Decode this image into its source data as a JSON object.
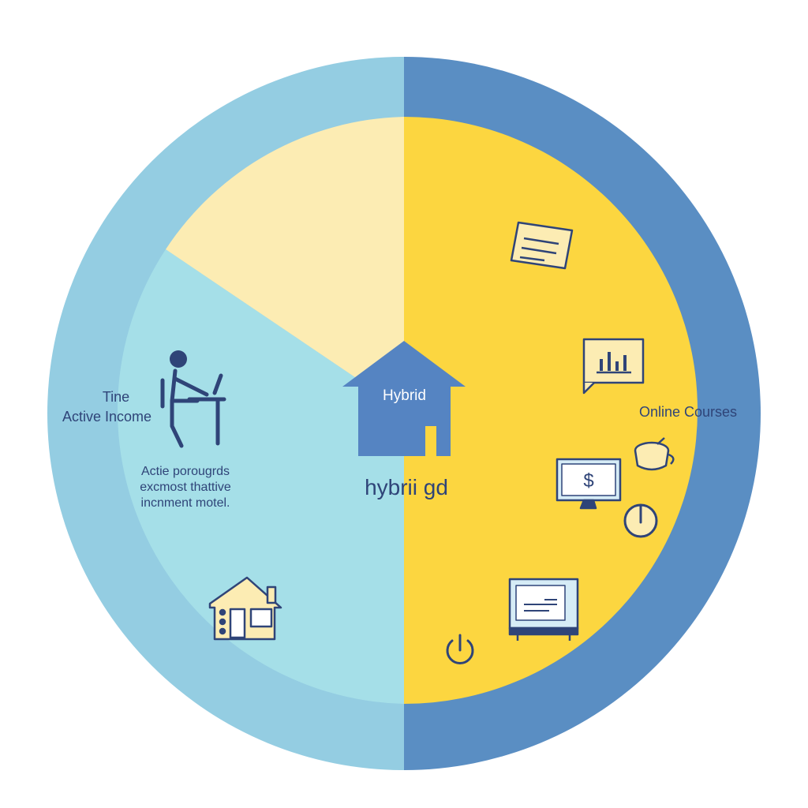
{
  "colors": {
    "outer_left": "#94cde2",
    "outer_right": "#5a8ec3",
    "inner_left": "#a5dfe8",
    "inner_top_left": "#fcecb3",
    "inner_right": "#fcd640",
    "house": "#5584c2",
    "ink": "#2f4478"
  },
  "left": {
    "title": "Tine",
    "subtitle": "Active Income",
    "description_lines": [
      "Actie porougrds",
      "excmost thattive",
      "incnment motel."
    ]
  },
  "center": {
    "house_label": "Hybrid",
    "caption": "hybrii gd"
  },
  "right": {
    "label_strong": "Online",
    "label_rest": " Courses"
  },
  "icons": [
    "person-at-laptop-icon",
    "cottage-icon",
    "document-icon",
    "chart-board-icon",
    "teacup-icon",
    "monitor-dollar-icon",
    "power-icon",
    "tv-screen-icon",
    "power-icon"
  ]
}
